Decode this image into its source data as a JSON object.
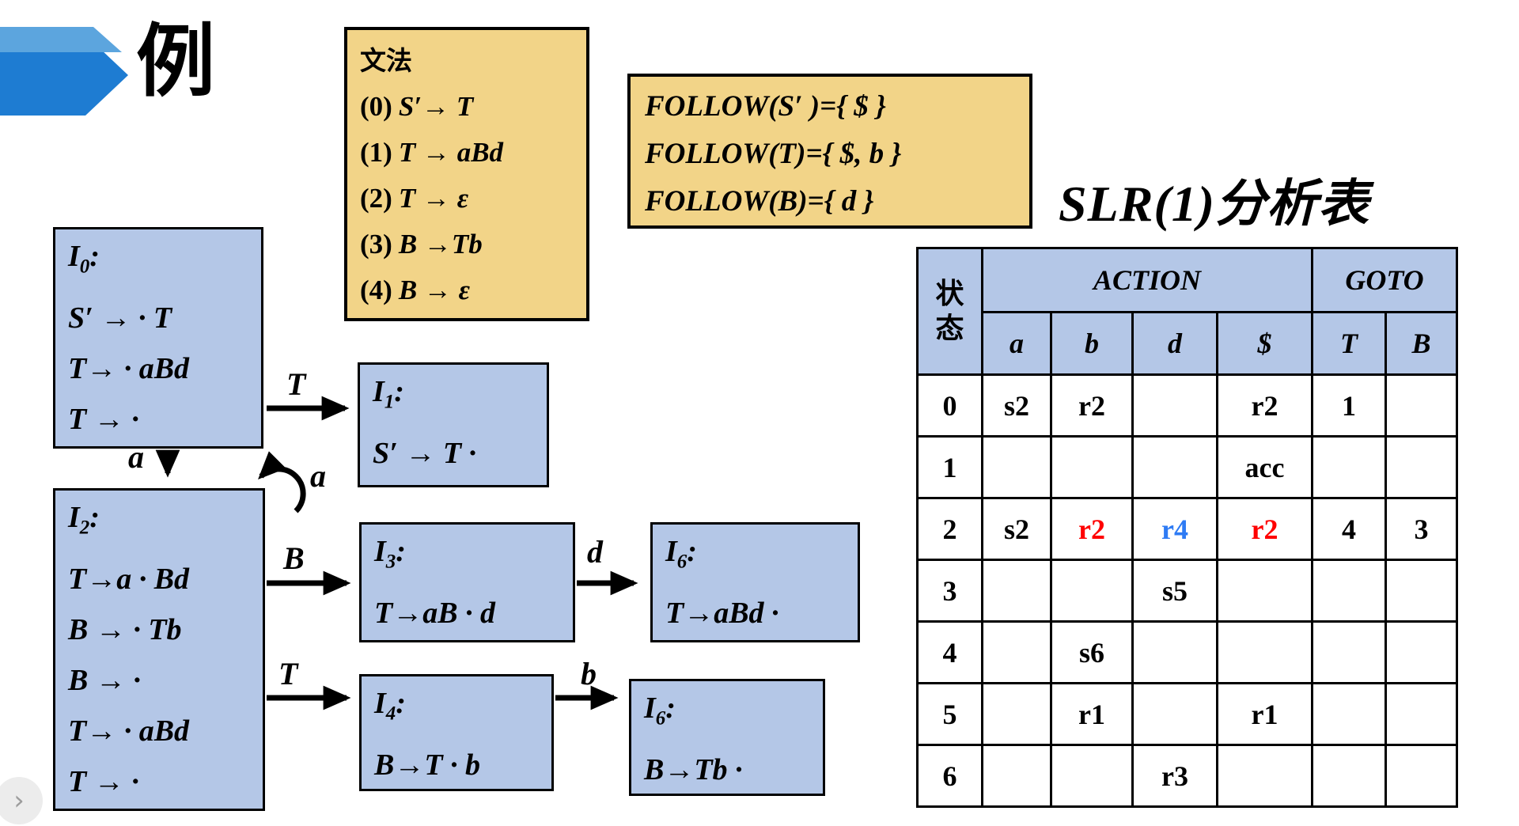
{
  "slide": {
    "title": "例"
  },
  "grammar_box": {
    "title": "文法",
    "productions": [
      {
        "num": "(0)",
        "rule": "S′→ T"
      },
      {
        "num": "(1)",
        "rule": "T → aBd"
      },
      {
        "num": "(2)",
        "rule": "T →  ε"
      },
      {
        "num": "(3)",
        "rule": "B →Tb"
      },
      {
        "num": "(4)",
        "rule": "B →  ε"
      }
    ]
  },
  "follow_box": {
    "lines": [
      "FOLLOW(S′ )={ $ }",
      "FOLLOW(T)={ $, b }",
      "FOLLOW(B)={ d }"
    ]
  },
  "slr": {
    "title": "SLR(1)分析表",
    "state_header": "状\n态",
    "action_header": "ACTION",
    "goto_header": "GOTO",
    "terminals": [
      "a",
      "b",
      "d",
      "$"
    ],
    "nonterminals": [
      "T",
      "B"
    ],
    "rows": [
      {
        "state": "0",
        "cells": [
          {
            "t": "s2"
          },
          {
            "t": "r2"
          },
          {
            "t": ""
          },
          {
            "t": "r2"
          },
          {
            "t": "1"
          },
          {
            "t": ""
          }
        ]
      },
      {
        "state": "1",
        "cells": [
          {
            "t": ""
          },
          {
            "t": ""
          },
          {
            "t": ""
          },
          {
            "t": "acc"
          },
          {
            "t": ""
          },
          {
            "t": ""
          }
        ]
      },
      {
        "state": "2",
        "cells": [
          {
            "t": "s2"
          },
          {
            "t": "r2",
            "c": "red"
          },
          {
            "t": "r4",
            "c": "blue"
          },
          {
            "t": "r2",
            "c": "red"
          },
          {
            "t": "4"
          },
          {
            "t": "3"
          }
        ]
      },
      {
        "state": "3",
        "cells": [
          {
            "t": ""
          },
          {
            "t": ""
          },
          {
            "t": "s5"
          },
          {
            "t": ""
          },
          {
            "t": ""
          },
          {
            "t": ""
          }
        ]
      },
      {
        "state": "4",
        "cells": [
          {
            "t": ""
          },
          {
            "t": "s6"
          },
          {
            "t": ""
          },
          {
            "t": ""
          },
          {
            "t": ""
          },
          {
            "t": ""
          }
        ]
      },
      {
        "state": "5",
        "cells": [
          {
            "t": ""
          },
          {
            "t": "r1"
          },
          {
            "t": ""
          },
          {
            "t": "r1"
          },
          {
            "t": ""
          },
          {
            "t": ""
          }
        ]
      },
      {
        "state": "6",
        "cells": [
          {
            "t": ""
          },
          {
            "t": ""
          },
          {
            "t": "r3"
          },
          {
            "t": ""
          },
          {
            "t": ""
          },
          {
            "t": ""
          }
        ]
      }
    ]
  },
  "automaton": {
    "states": {
      "i0": {
        "name": "I",
        "sub": "0",
        "suffix": ":",
        "items": [
          "S′ → · T",
          "T→ · aBd",
          "T → ·"
        ]
      },
      "i1": {
        "name": "I",
        "sub": "1",
        "suffix": ":",
        "items": [
          "S′ → T ·"
        ]
      },
      "i2": {
        "name": "I",
        "sub": "2",
        "suffix": ":",
        "items": [
          "T→a · Bd",
          "B → · Tb",
          "B → ·",
          "T→ · aBd",
          "T → ·"
        ]
      },
      "i3": {
        "name": "I",
        "sub": "3",
        "suffix": ":",
        "items": [
          "T→aB · d"
        ]
      },
      "i6a": {
        "name": "I",
        "sub": "6",
        "suffix": ":",
        "items": [
          "T→aBd ·"
        ]
      },
      "i4": {
        "name": "I",
        "sub": "4",
        "suffix": ":",
        "items": [
          "B→T · b"
        ]
      },
      "i6b": {
        "name": "I",
        "sub": "6",
        "suffix": ":",
        "items": [
          "B→Tb ·"
        ]
      }
    },
    "transition_labels": {
      "t_top": "T",
      "a_down": "a",
      "a_loop": "a",
      "b_mid": "B",
      "d_mid": "d",
      "t_low": "T",
      "b_low": "b"
    }
  },
  "nav": {
    "next_chevron": "›"
  },
  "colors": {
    "highlight_red": "#FF0000",
    "highlight_blue": "#2E7BF4",
    "state_box_blue": "#B4C7E7",
    "note_box_tan": "#F2D488",
    "decor_dark_blue": "#1E7CD2",
    "decor_light_blue": "#5CA5DE"
  }
}
